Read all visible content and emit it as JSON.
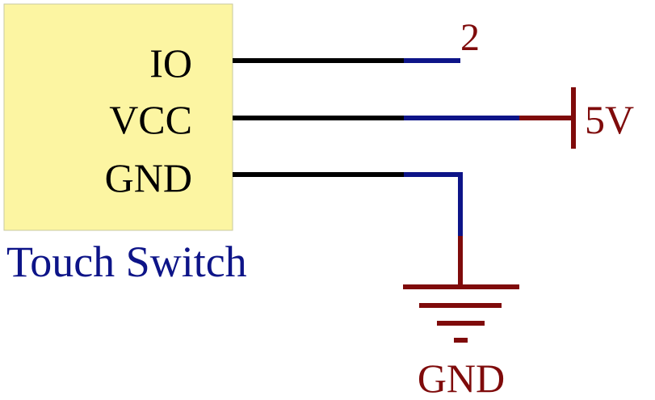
{
  "component": {
    "name": "Touch Switch",
    "pins": [
      "IO",
      "VCC",
      "GND"
    ],
    "body_color": "#fcf5a2",
    "name_color": "#0d1488"
  },
  "nets": {
    "io_label": "2",
    "vcc_label": "5V",
    "gnd_label": "GND",
    "label_color": "#7f0b0b"
  },
  "colors": {
    "wire": "#000000",
    "net_wire": "#0d1488",
    "power": "#7f0b0b"
  }
}
